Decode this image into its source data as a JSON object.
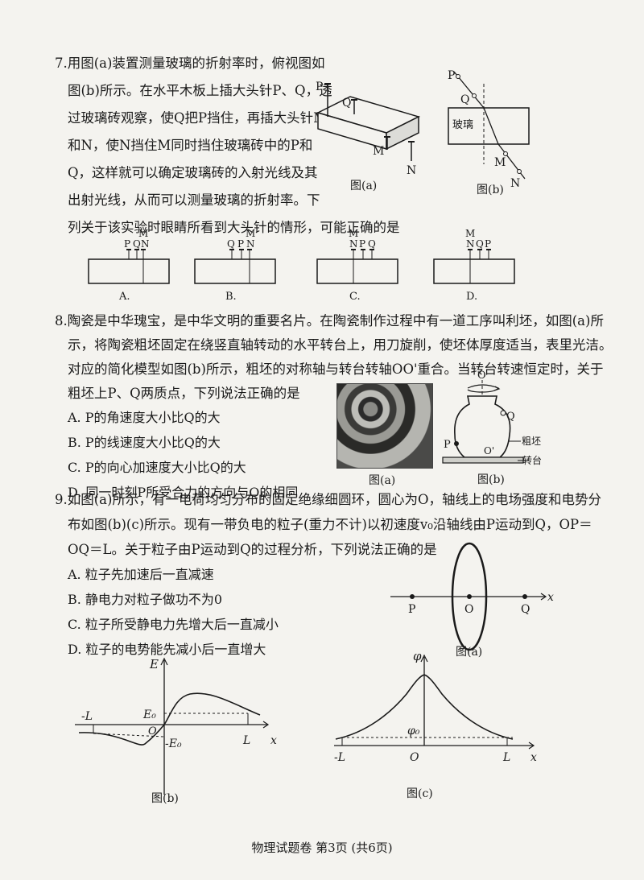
{
  "q7": {
    "lines": [
      "7.用图(a)装置测量玻璃的折射率时，俯视图如",
      "图(b)所示。在水平木板上插大头针P、Q，透",
      "过玻璃砖观察，使Q把P挡住，再插大头针M",
      "和N，使N挡住M同时挡住玻璃砖中的P和",
      "Q，这样就可以确定玻璃砖的入射光线及其",
      "出射光线，从而可以测量玻璃的折射率。下",
      "列关于该实验时眼睛所看到大头针的情形，可能正确的是"
    ],
    "fig_a_caption": "图(a)",
    "fig_b_caption": "图(b)",
    "glass_label": "玻璃",
    "pins": {
      "P": "P",
      "Q": "Q",
      "M": "M",
      "N": "N"
    },
    "options": [
      {
        "letter": "A.",
        "top": [
          "P",
          "Q",
          "N"
        ],
        "above": "M"
      },
      {
        "letter": "B.",
        "top": [
          "Q",
          "P",
          "N"
        ],
        "above": "M"
      },
      {
        "letter": "C.",
        "top": [
          "N",
          "P",
          "Q"
        ],
        "above": "M"
      },
      {
        "letter": "D.",
        "top": [
          "N",
          "Q",
          "P"
        ],
        "above": "M"
      }
    ]
  },
  "q8": {
    "lines": [
      "8.陶瓷是中华瑰宝，是中华文明的重要名片。在陶瓷制作过程中有一道工序叫利坯，如图(a)所",
      "示，将陶瓷粗坯固定在绕竖直轴转动的水平转台上，用刀旋削，使坯体厚度适当，表里光洁。",
      "对应的简化模型如图(b)所示，粗坯的对称轴与转台转轴OO'重合。当转台转速恒定时，关于",
      "粗坯上P、Q两质点，下列说法正确的是"
    ],
    "options": [
      "A. P的角速度大小比Q的大",
      "B. P的线速度大小比Q的大",
      "C. P的向心加速度大小比Q的大",
      "D. 同一时刻P所受合力的方向与Q的相同"
    ],
    "fig_a_caption": "图(a)",
    "fig_b_caption": "图(b)",
    "label_blank": "粗坯",
    "label_table": "转台",
    "label_O": "O",
    "label_Oprime": "O'",
    "label_P": "P",
    "label_Q": "Q"
  },
  "q9": {
    "lines": [
      "9.如图(a)所示，有一电荷均匀分布的固定绝缘细圆环，圆心为O，轴线上的电场强度和电势分",
      "布如图(b)(c)所示。现有一带负电的粒子(重力不计)以初速度v₀沿轴线由P运动到Q，OP＝",
      "OQ＝L。关于粒子由P运动到Q的过程分析，下列说法正确的是"
    ],
    "options": [
      "A. 粒子先加速后一直减速",
      "B. 静电力对粒子做功不为0",
      "C. 粒子所受静电力先增大后一直减小",
      "D. 粒子的电势能先减小后一直增大"
    ],
    "fig_a_caption": "图(a)",
    "fig_b_caption": "图(b)",
    "fig_c_caption": "图(c)",
    "labels": {
      "P": "P",
      "O": "O",
      "Q": "Q",
      "x": "x",
      "E": "E",
      "phi": "φ",
      "negL": "-L",
      "L": "L",
      "E0": "E₀",
      "negE0": "-E₀",
      "phi0": "φ₀"
    }
  },
  "footer": "物理试题卷 第3页 (共6页)"
}
